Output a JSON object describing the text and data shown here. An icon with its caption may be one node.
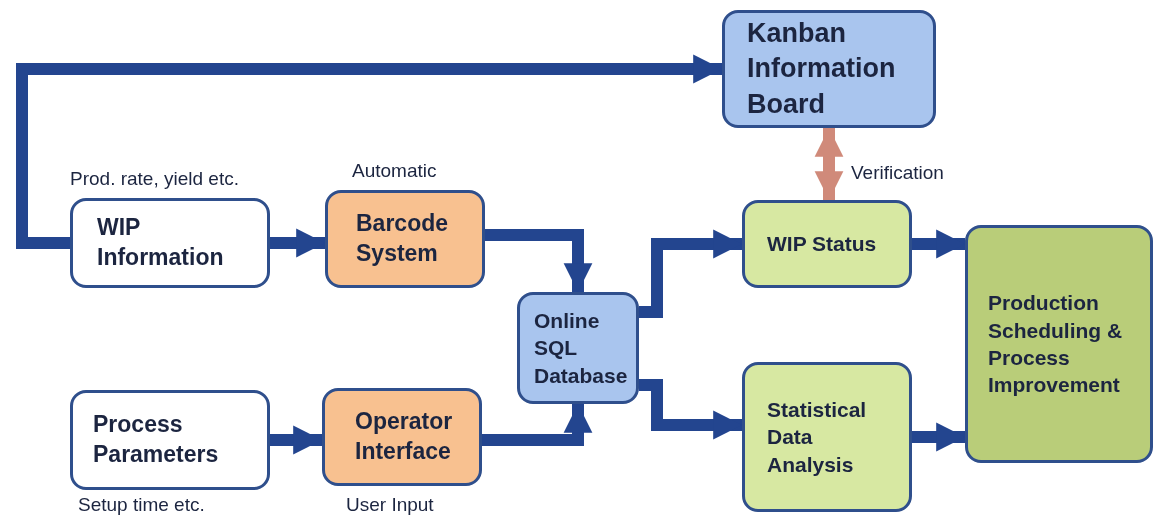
{
  "diagram": {
    "nodes": [
      {
        "text": [
          "Kanban Information Board"
        ]
      },
      {
        "text": [
          "WIP Information"
        ],
        "beside": [
          "Prod. rate, yield etc."
        ]
      },
      {
        "text": [
          "Barcode System"
        ],
        "beside": [
          "Automatic"
        ]
      },
      {
        "text": [
          "Online SQL Database"
        ]
      },
      {
        "text": [
          "WIP Status"
        ]
      },
      {
        "text": [
          "Process Parameters"
        ],
        "beside": [
          "Setup time etc."
        ]
      },
      {
        "text": [
          "Operator Interface"
        ],
        "beside": [
          "User Input"
        ]
      },
      {
        "text": [
          "Statistical Data Analysis"
        ]
      },
      {
        "text": [
          "Production Scheduling & Process Improvement"
        ]
      }
    ],
    "edges": [
      {
        "from": 1,
        "to": 0,
        "arrow": "to"
      },
      {
        "from": 1,
        "to": 2,
        "arrow": "to"
      },
      {
        "from": 2,
        "to": 3,
        "arrow": "to"
      },
      {
        "from": 5,
        "to": 6,
        "arrow": "to"
      },
      {
        "from": 6,
        "to": 3,
        "arrow": "to"
      },
      {
        "from": 3,
        "to": 4,
        "arrow": "to"
      },
      {
        "from": 3,
        "to": 7,
        "arrow": "to"
      },
      {
        "from": 4,
        "to": 8,
        "arrow": "to"
      },
      {
        "from": 7,
        "to": 8,
        "arrow": "to"
      },
      {
        "from": 0,
        "to": 4,
        "arrow": "both",
        "label": "Verification",
        "color": "#d08a7a"
      }
    ]
  }
}
